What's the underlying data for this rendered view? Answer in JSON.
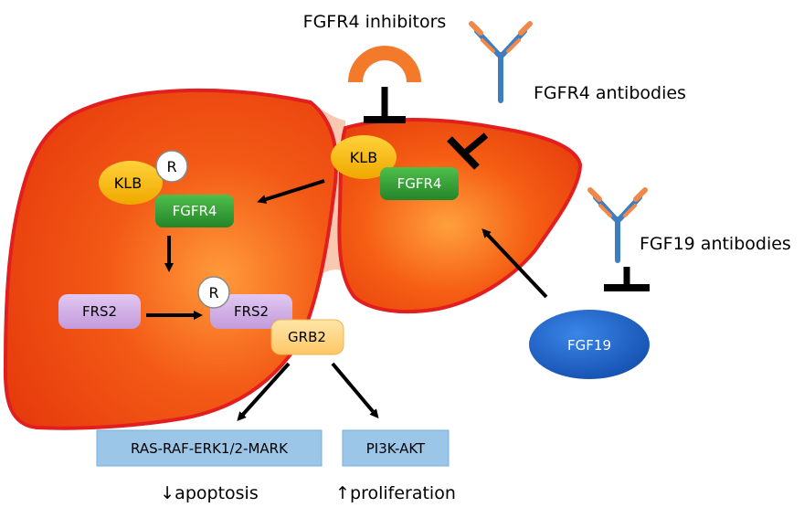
{
  "labels": {
    "fgfr4_inhibitors": "FGFR4 inhibitors",
    "fgfr4_antibodies": "FGFR4 antibodies",
    "fgf19_antibodies": "FGF19 antibodies",
    "klb_left": "KLB",
    "r_left": "R",
    "fgfr4_left": "FGFR4",
    "klb_right": "KLB",
    "fgfr4_right": "FGFR4",
    "frs2_left": "FRS2",
    "r_frs2": "R",
    "frs2_right": "FRS2",
    "grb2": "GRB2",
    "fgf19": "FGF19",
    "ras_pathway": "RAS-RAF-ERK1/2-MARK",
    "pi3k_pathway": "PI3K-AKT",
    "apoptosis": "↓apoptosis",
    "proliferation": "↑proliferation"
  },
  "colors": {
    "liver_fill": "#ee4a12",
    "liver_highlight": "#ff8a2a",
    "liver_stroke": "#e21e1e",
    "ligament": "#f8c9b0",
    "klb": "#f7b800",
    "fgfr4": "#2f9a2f",
    "frs2": "#c9a6e0",
    "grb2": "#ffd98c",
    "fgf19": "#1c5fc2",
    "pathway_box": "#9cc6e8",
    "inhibitor_arc": "#f37a2a",
    "antibody_blue": "#3c7ec0",
    "antibody_orange": "#f0884a"
  }
}
